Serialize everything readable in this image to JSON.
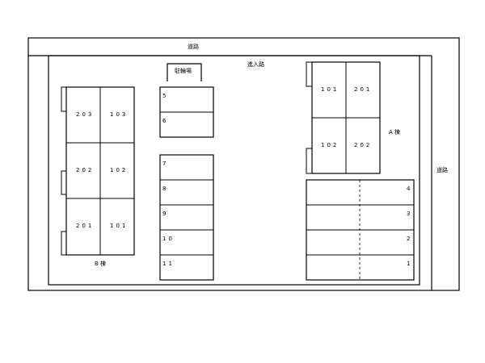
{
  "labels": {
    "road_top": "道路",
    "road_right": "道路",
    "entrance": "進入路",
    "bicycle_parking": "駐輪場",
    "building_a": "A 棟",
    "building_b": "B 棟"
  },
  "building_a_units": [
    "101",
    "201",
    "102",
    "202"
  ],
  "building_b_units": [
    "203",
    "103",
    "202",
    "102",
    "201",
    "101"
  ],
  "parking_upper": [
    "5",
    "6"
  ],
  "parking_middle": [
    "7",
    "8",
    "9",
    "10",
    "11"
  ],
  "parking_right": [
    "4",
    "3",
    "2",
    "1"
  ]
}
